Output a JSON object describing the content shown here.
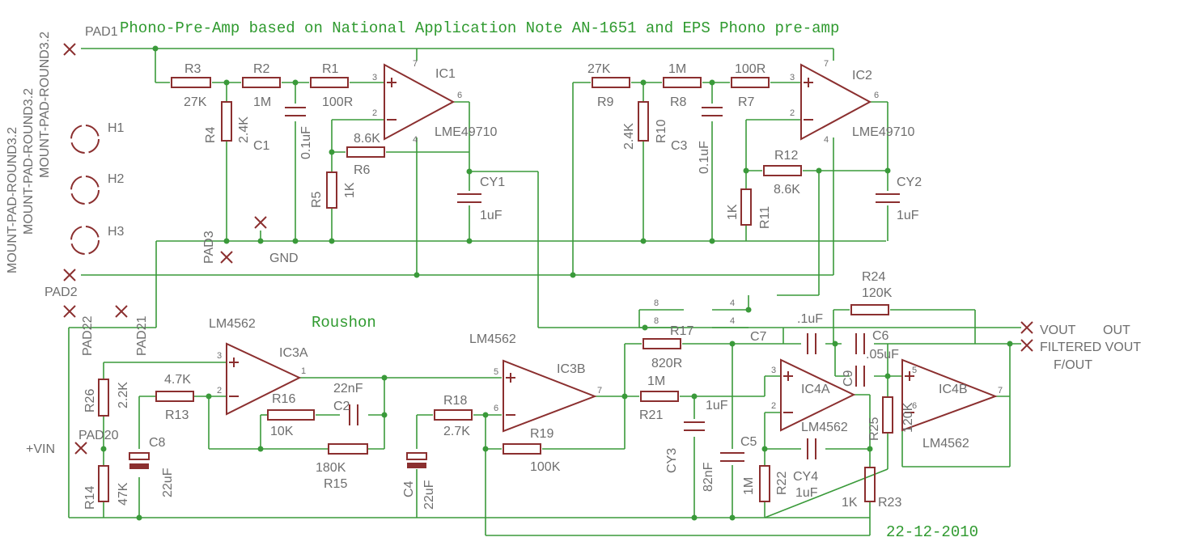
{
  "title": "Phono-Pre-Amp based on National Application Note AN-1651 and EPS Phono pre-amp",
  "author": "Roushon",
  "date": "22-12-2010",
  "colors": {
    "wire": "#3a9a3a",
    "part": "#8b2f2f",
    "label": "#6e6e6e",
    "note": "#2f9a2f"
  },
  "labels": {
    "pad1": "PAD1",
    "pad2": "PAD2",
    "pad3": "PAD3",
    "pad20": "PAD20",
    "pad21": "PAD21",
    "pad22": "PAD22",
    "gnd": "GND",
    "vin": "+VIN",
    "vout": "VOUT",
    "out": "OUT",
    "filtered_vout": "FILTERED VOUT",
    "fout": "F/OUT",
    "mount1": "MOUNT-PAD-ROUND3.2",
    "mount2": "MOUNT-PAD-ROUND3.2",
    "mount3": "MOUNT-PAD-ROUND3.2",
    "h1": "H1",
    "h2": "H2",
    "h3": "H3",
    "ic1": "IC1",
    "ic1_part": "LME49710",
    "ic2": "IC2",
    "ic2_part": "LME49710",
    "ic3a": "IC3A",
    "ic3a_part": "LM4562",
    "ic3b": "IC3B",
    "ic3b_part": "LM4562",
    "ic4a": "IC4A",
    "ic4a_part": "LM4562",
    "ic4b": "IC4B",
    "ic4b_part": "LM4562",
    "r1": "R1",
    "r1v": "100R",
    "r2": "R2",
    "r2v": "1M",
    "r3": "R3",
    "r3v": "27K",
    "r4": "R4",
    "r4v": "2.4K",
    "r5": "R5",
    "r5v": "1K",
    "r6": "R6",
    "r6v": "8.6K",
    "r7": "R7",
    "r7v": "100R",
    "r8": "R8",
    "r8v": "1M",
    "r9": "R9",
    "r9v": "27K",
    "r10": "R10",
    "r10v": "2.4K",
    "r11": "R11",
    "r11v": "1K",
    "r12": "R12",
    "r12v": "8.6K",
    "r13": "R13",
    "r13v": "4.7K",
    "r14": "R14",
    "r14v": "47K",
    "r15": "R15",
    "r15v": "180K",
    "r16": "R16",
    "r16v": "10K",
    "r17": "R17",
    "r17v": "820R",
    "r18": "R18",
    "r18v": "2.7K",
    "r19": "R19",
    "r19v": "100K",
    "r21": "R21",
    "r21v": "1M",
    "r22": "R22",
    "r22v": "1M",
    "r23": "R23",
    "r23v": "1K",
    "r24": "R24",
    "r24v": "120K",
    "r25": "R25",
    "r25v": "120K",
    "r26": "R26",
    "r26v": "2.2K",
    "c1": "C1",
    "c1v": "0.1uF",
    "c2": "C2",
    "c2v": "22nF",
    "c3": "C3",
    "c3v": "0.1uF",
    "c4": "C4",
    "c4v": "22uF",
    "c5": "C5",
    "c6": "C6",
    "c6v": ".05uF",
    "c7": "C7",
    "c7v": ".1uF",
    "c8": "C8",
    "c8v": "22uF",
    "c9": "C9",
    "cy1": "CY1",
    "cy1v": "1uF",
    "cy2": "CY2",
    "cy2v": "1uF",
    "cy3": "CY3",
    "cy3v": "82nF",
    "cy4": "CY4",
    "cy4v": "1uF",
    "c21v": "1uF",
    "pin8a": "8",
    "pin8b": "8",
    "pin4a": "4",
    "pin4b": "4"
  }
}
